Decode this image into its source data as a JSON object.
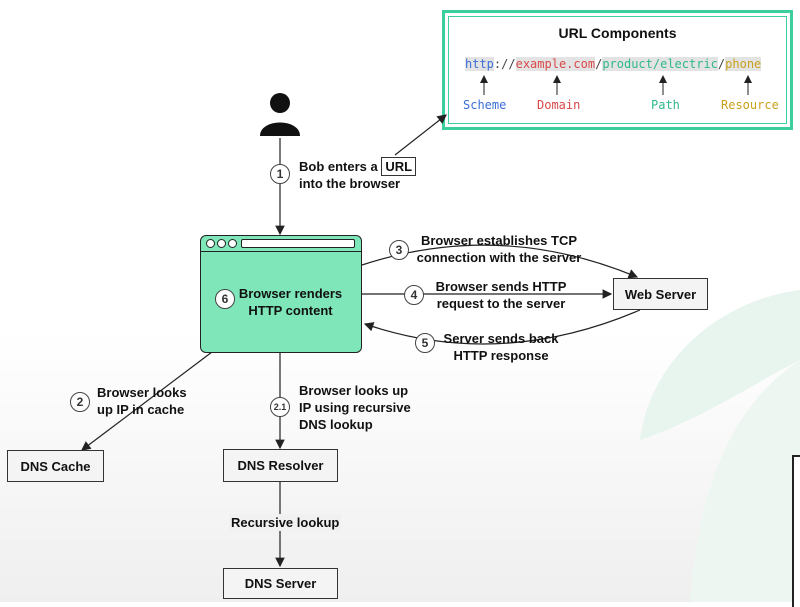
{
  "url_panel": {
    "title": "URL Components",
    "scheme": "http",
    "sep1": "://",
    "domain": "example.com",
    "sep2": "/",
    "path": "product/electric",
    "sep3": "/",
    "resource": "phone",
    "labels": {
      "scheme": "Scheme",
      "domain": "Domain",
      "path": "Path",
      "resource": "Resource"
    }
  },
  "steps": {
    "s1": {
      "num": "1",
      "text_a": "Bob enters a",
      "url_word": "URL",
      "text_b": "into the browser"
    },
    "s2": {
      "num": "2",
      "line1": "Browser looks",
      "line2": "up IP in cache"
    },
    "s21": {
      "num": "2.1",
      "line1": "Browser looks up",
      "line2": "IP using recursive",
      "line3": "DNS lookup"
    },
    "s3": {
      "num": "3",
      "line1": "Browser establishes TCP",
      "line2": "connection with the server"
    },
    "s4": {
      "num": "4",
      "line1": "Browser sends HTTP",
      "line2": "request to the server"
    },
    "s5": {
      "num": "5",
      "line1": "Server sends back",
      "line2": "HTTP response"
    },
    "s6": {
      "num": "6",
      "line1": "Browser renders",
      "line2": "HTTP content"
    }
  },
  "boxes": {
    "web_server": "Web Server",
    "dns_cache": "DNS Cache",
    "dns_resolver": "DNS Resolver",
    "dns_server": "DNS Server"
  },
  "recursive_label": "Recursive lookup",
  "colors": {
    "browser_fill": "#7ee6b8",
    "panel_border": "#3ccf9b",
    "scheme": "#3b6fd8",
    "domain": "#d94848",
    "path": "#2fb88a",
    "resource": "#c9a019"
  }
}
